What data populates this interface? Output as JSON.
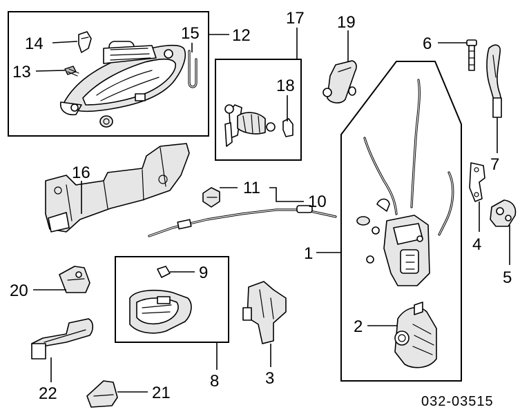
{
  "diagram": {
    "part_code": "032-03515",
    "callouts": [
      {
        "id": "c1",
        "label": "1"
      },
      {
        "id": "c2",
        "label": "2"
      },
      {
        "id": "c3",
        "label": "3"
      },
      {
        "id": "c4",
        "label": "4"
      },
      {
        "id": "c5",
        "label": "5"
      },
      {
        "id": "c6",
        "label": "6"
      },
      {
        "id": "c7",
        "label": "7"
      },
      {
        "id": "c8",
        "label": "8"
      },
      {
        "id": "c9",
        "label": "9"
      },
      {
        "id": "c10",
        "label": "10"
      },
      {
        "id": "c11",
        "label": "11"
      },
      {
        "id": "c12",
        "label": "12"
      },
      {
        "id": "c13",
        "label": "13"
      },
      {
        "id": "c14",
        "label": "14"
      },
      {
        "id": "c15",
        "label": "15"
      },
      {
        "id": "c16",
        "label": "16"
      },
      {
        "id": "c17",
        "label": "17"
      },
      {
        "id": "c18",
        "label": "18"
      },
      {
        "id": "c19",
        "label": "19"
      },
      {
        "id": "c20",
        "label": "20"
      },
      {
        "id": "c21",
        "label": "21"
      },
      {
        "id": "c22",
        "label": "22"
      }
    ]
  }
}
